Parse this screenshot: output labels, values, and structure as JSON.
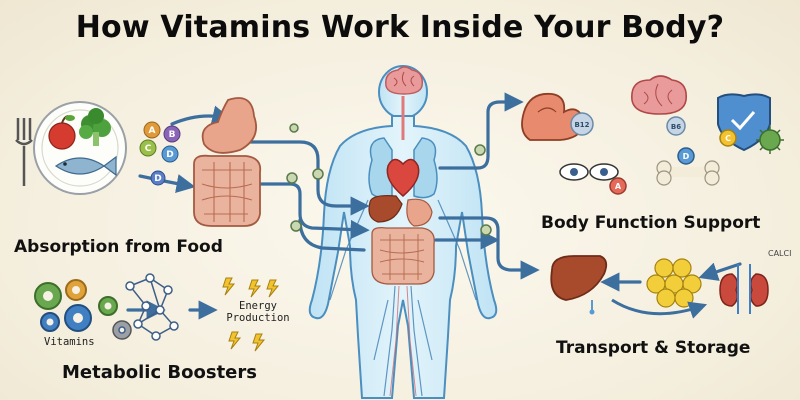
{
  "title": "How Vitamins Work Inside Your Body?",
  "sections": {
    "absorption": "Absorption from Food",
    "body_function": "Body Function Support",
    "transport": "Transport & Storage",
    "metabolic": "Metabolic Boosters"
  },
  "labels": {
    "vitamins": "Vitamins",
    "energy_production": "Energy Production",
    "calcium": "CALCI"
  },
  "icons": [
    "fork-icon",
    "plate-icon",
    "apple-icon",
    "broccoli-icon",
    "fish-icon",
    "stomach-icon",
    "intestines-icon",
    "brain-icon",
    "heart-icon",
    "liver-icon",
    "muscle-arm-icon",
    "immune-shield-icon",
    "germ-icon",
    "eyes-icon",
    "bone-icon",
    "fat-cells-icon",
    "kidneys-icon",
    "gears-icon",
    "molecule-network-icon",
    "energy-bolt-icon"
  ],
  "colors": {
    "background": "#f6f1e4",
    "arrow": "#3d6f9e",
    "body": "#bfe3f4",
    "organ_red": "#d9473e"
  }
}
